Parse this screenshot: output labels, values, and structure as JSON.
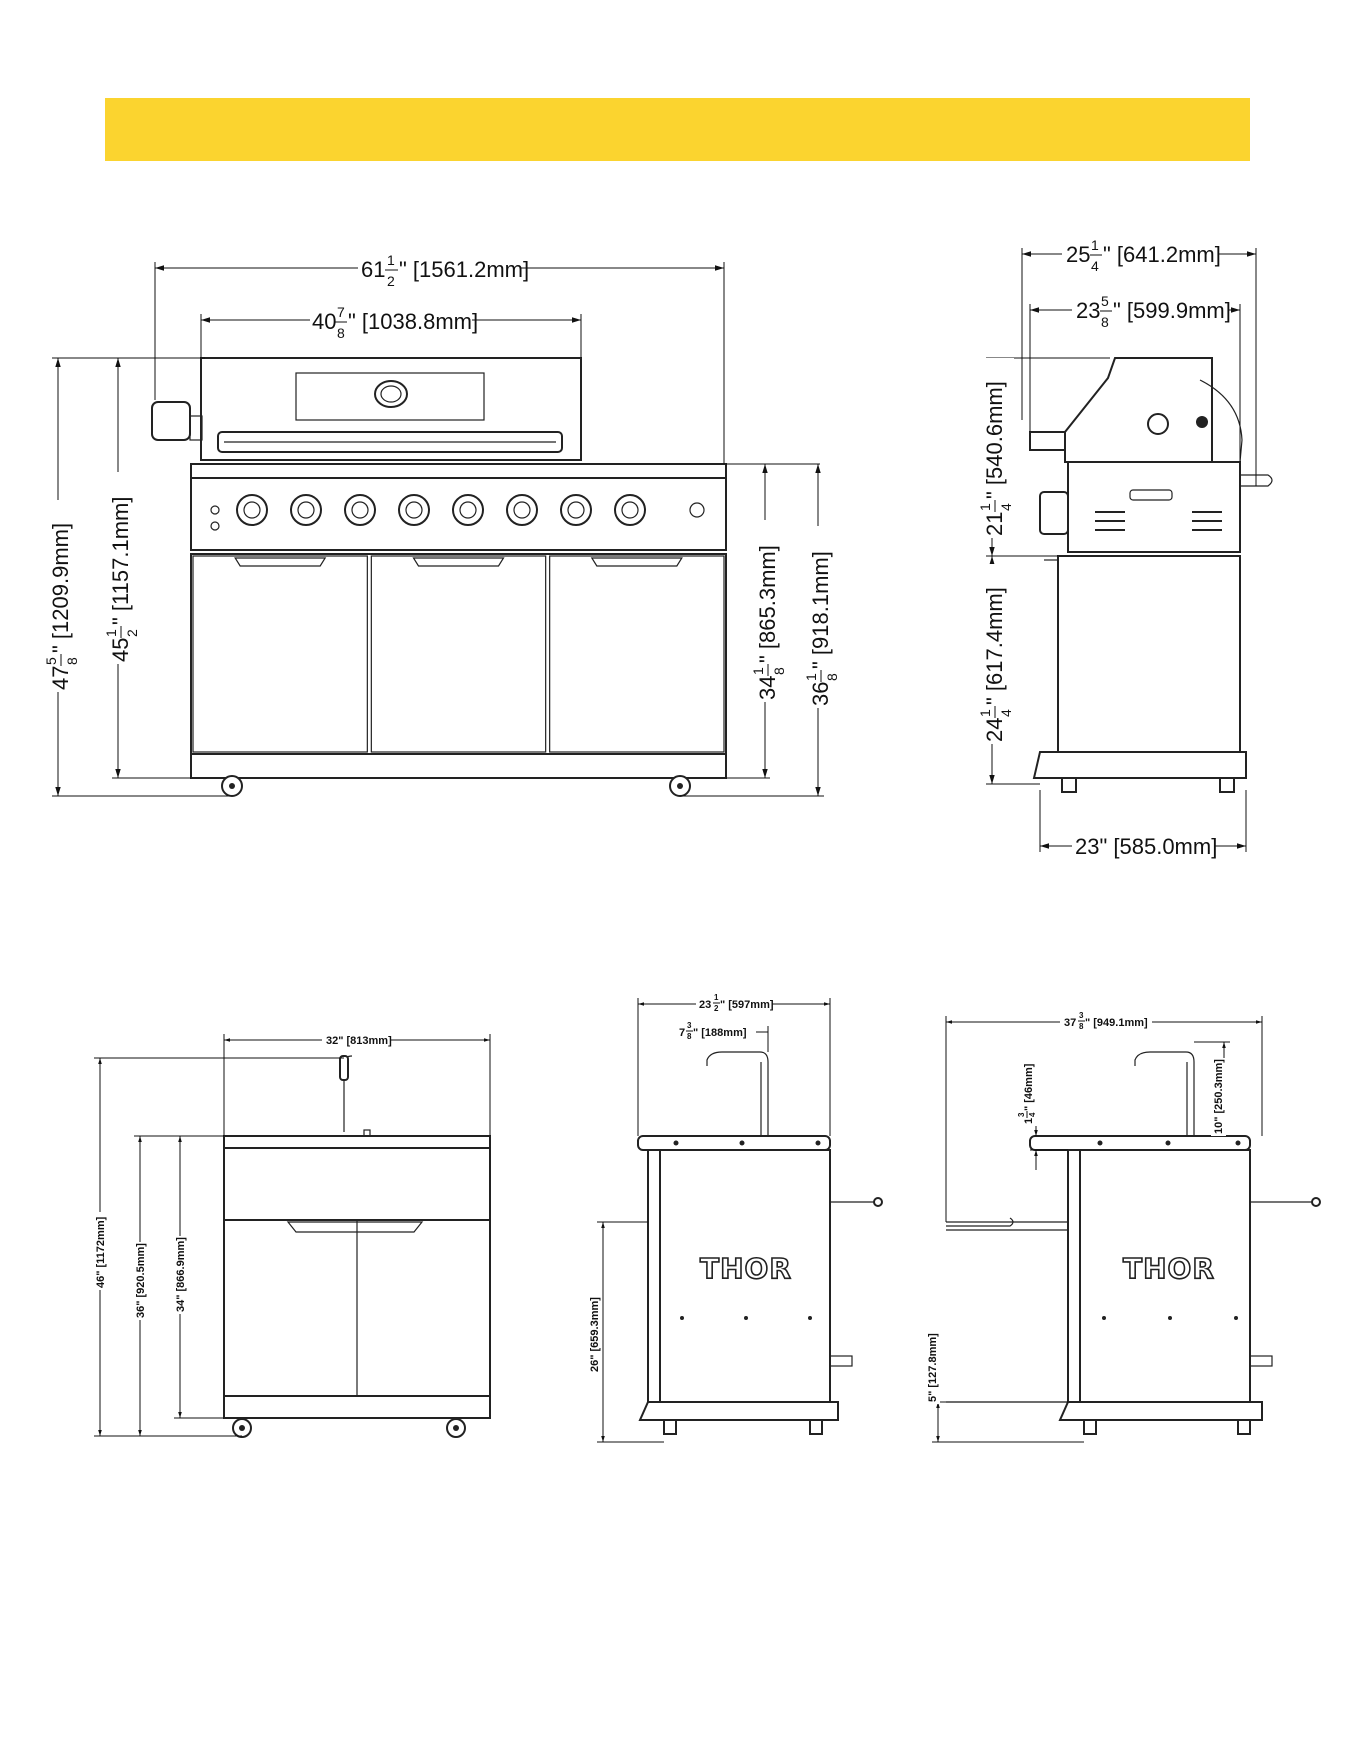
{
  "banner": {
    "color": "#FBD42F",
    "text": ""
  },
  "grill_front": {
    "overall_width": {
      "whole": "61",
      "num": "1",
      "den": "2",
      "metric": "\" [1561.2mm]"
    },
    "lid_width": {
      "whole": "40",
      "num": "7",
      "den": "8",
      "metric": "\" [1038.8mm]"
    },
    "overall_height": {
      "whole": "47",
      "num": "5",
      "den": "8",
      "metric": "\" [1209.9mm]"
    },
    "closed_height": {
      "whole": "45",
      "num": "1",
      "den": "2",
      "metric": "\" [1157.1mm]"
    },
    "counter_height": {
      "whole": "34",
      "num": "1",
      "den": "8",
      "metric": "\" [865.3mm]"
    },
    "side_height": {
      "whole": "36",
      "num": "1",
      "den": "8",
      "metric": "\" [918.1mm]"
    },
    "knob_count": 8,
    "door_count": 3
  },
  "grill_side": {
    "overall_depth": {
      "whole": "25",
      "num": "1",
      "den": "4",
      "metric": "\" [641.2mm]"
    },
    "lid_depth": {
      "whole": "23",
      "num": "5",
      "den": "8",
      "metric": "\" [599.9mm]"
    },
    "lid_height": {
      "whole": "21",
      "num": "1",
      "den": "4",
      "metric": "\" [540.6mm]"
    },
    "cart_height": {
      "whole": "24",
      "num": "1",
      "den": "4",
      "metric": "\" [617.4mm]"
    },
    "base_depth": "23\" [585.0mm]"
  },
  "sink_front": {
    "width": "32\" [813mm]",
    "faucet_height": "46\" [1172mm]",
    "counter_height": "36\" [920.5mm]",
    "cabinet_height": "34\" [866.9mm]"
  },
  "sink_side": {
    "depth": {
      "whole": "23",
      "num": "1",
      "den": "2",
      "metric": "\" [597mm]"
    },
    "faucet_offset": {
      "whole": "7",
      "num": "3",
      "den": "8",
      "metric": "\" [188mm]"
    },
    "door_height": "26\" [659.3mm]",
    "logo": "THOR"
  },
  "sink_side_open": {
    "depth": {
      "whole": "37",
      "num": "3",
      "den": "8",
      "metric": "\" [949.1mm]"
    },
    "counter_thickness": {
      "whole": "1",
      "num": "3",
      "den": "4",
      "metric": "\" [46mm]"
    },
    "faucet_rise": "10\" [250.3mm]",
    "base_height": "5\" [127.8mm]",
    "logo": "THOR"
  }
}
